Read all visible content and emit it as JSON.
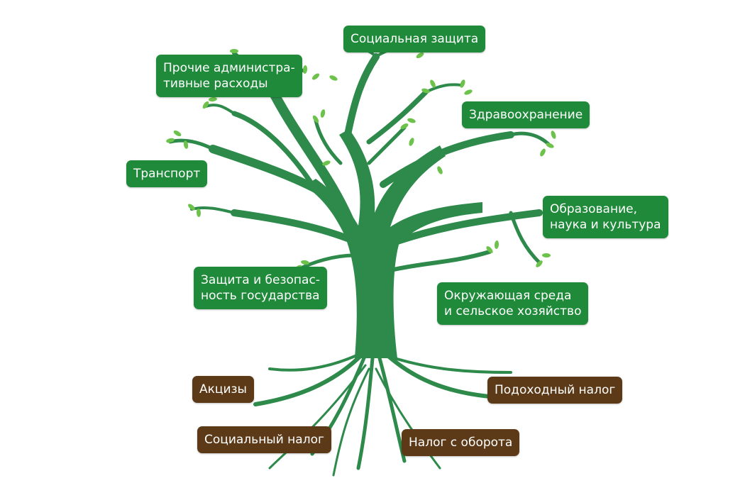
{
  "colors": {
    "branch_label": "#1f8a3a",
    "root_label": "#5c3a17",
    "tree": "#2d8a4a",
    "leaf": "#6cc24a"
  },
  "branches": {
    "social_protection": [
      "Социальная защита"
    ],
    "other_admin": [
      "Прочие администра-",
      "тивные расходы"
    ],
    "healthcare": [
      "Здравоохранение"
    ],
    "transport": [
      "Транспорт"
    ],
    "education": [
      "Образование,",
      "наука и культура"
    ],
    "defense": [
      "Защита и безопас-",
      "ность государства"
    ],
    "environment": [
      "Окружающая среда",
      "и сельское хозяйство"
    ]
  },
  "roots": {
    "excise": [
      "Акцизы"
    ],
    "income_tax": [
      "Подоходный налог"
    ],
    "social_tax": [
      "Социальный налог"
    ],
    "turnover_tax": [
      "Налог с оборота"
    ]
  }
}
